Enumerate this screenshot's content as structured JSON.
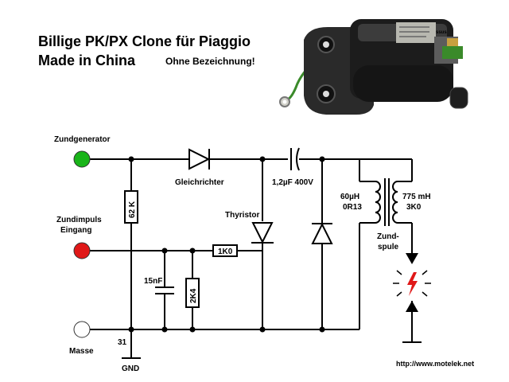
{
  "header": {
    "title_line1": "Billige PK/PX Clone für Piaggio",
    "title_line2": "Made in China",
    "subtitle": "Ohne Bezeichnung!"
  },
  "photo": {
    "label_fragment": "ssus"
  },
  "terminals": {
    "generator": {
      "label": "Zundgenerator",
      "color": "#19b419"
    },
    "impulse": {
      "label_line1": "Zundimpuls",
      "label_line2": "Eingang",
      "color": "#e01818"
    },
    "ground": {
      "label": "Masse",
      "color": "#ffffff"
    }
  },
  "components": {
    "r_62k": "62 K",
    "diode": "Gleichrichter",
    "capacitor": "1,2µF 400V",
    "thyristor": "Thyristor",
    "r_1k0": "1K0",
    "cap_15nf": "15nF",
    "r_2k4": "2K4",
    "primary_l": "60µH",
    "primary_r": "0R13",
    "secondary_l": "775 mH",
    "secondary_r": "3K0",
    "coil_line1": "Zund-",
    "coil_line2": "spule"
  },
  "pins": {
    "pin31": "31",
    "gnd": "GND"
  },
  "footer": {
    "url": "http://www.motelek.net"
  },
  "colors": {
    "spark": "#e01818",
    "wire": "#000000"
  }
}
